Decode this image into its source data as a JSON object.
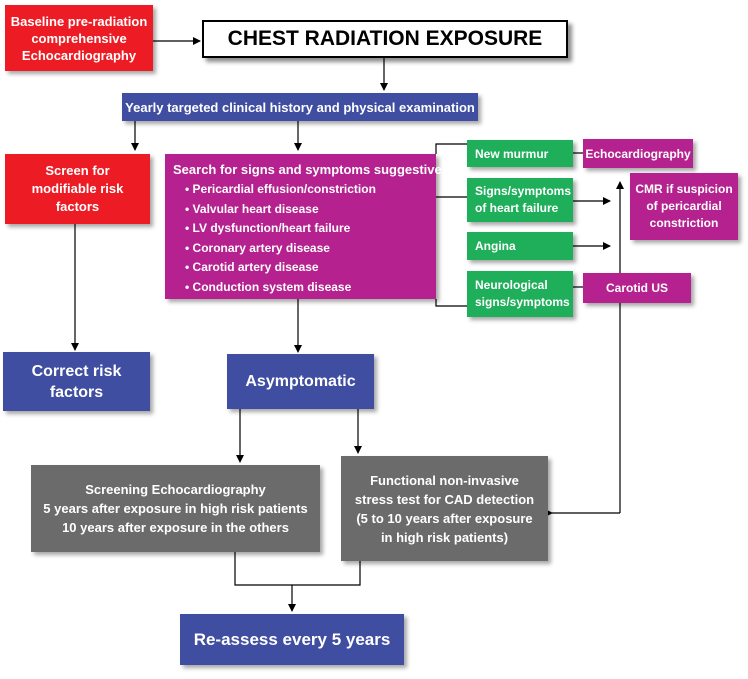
{
  "title": "CHEST RADIATION EXPOSURE",
  "baseline": [
    "Baseline pre-radiation",
    "comprehensive",
    "Echocardiography"
  ],
  "yearly": "Yearly targeted clinical history and physical examination",
  "screen_risk": [
    "Screen for",
    "modifiable risk",
    "factors"
  ],
  "search": {
    "heading": "Search for signs and symptoms suggestive of:",
    "items": [
      "Pericardial effusion/constriction",
      "Valvular heart disease",
      "LV dysfunction/heart failure",
      "Coronary artery disease",
      "Carotid artery disease",
      "Conduction system disease"
    ]
  },
  "findings": {
    "new_murmur": "New murmur",
    "heart_failure": [
      "Signs/symptoms",
      "of heart failure"
    ],
    "angina": "Angina",
    "neuro": [
      "Neurological",
      "signs/symptoms"
    ]
  },
  "tests": {
    "echo": "Echocardiography",
    "cmr": [
      "CMR if suspicion",
      "of pericardial",
      "constriction"
    ],
    "carotid_us": "Carotid US"
  },
  "correct_risk": [
    "Correct risk",
    "factors"
  ],
  "asymptomatic": "Asymptomatic",
  "screening_echo": [
    "Screening Echocardiography",
    "5 years after exposure in high risk patients",
    "10 years after exposure in the others"
  ],
  "functional": [
    "Functional non-invasive",
    "stress test for CAD detection",
    "(5 to 10 years after exposure",
    "in high risk patients)"
  ],
  "reassess": "Re-assess every 5 years",
  "colors": {
    "red": "#ed1c24",
    "blue": "#3f4ea1",
    "magenta": "#b5218e",
    "green": "#1fae5a",
    "gray": "#6b6b6b"
  }
}
